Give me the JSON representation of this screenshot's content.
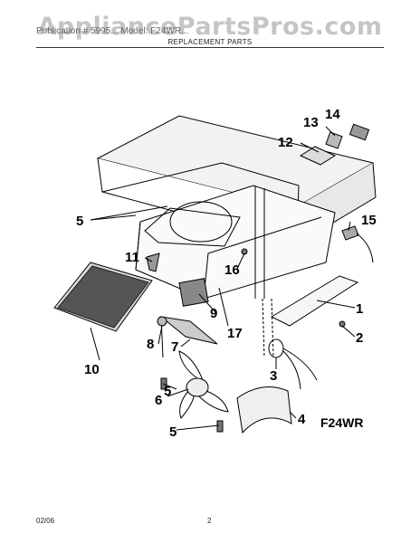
{
  "watermark": "AppliancePartsPros.com",
  "header": {
    "model_info": "Publication # 5995... Model: F24WR...",
    "title": "REPLACEMENT PARTS"
  },
  "diagram": {
    "model_code": "F24WR",
    "callouts": [
      "1",
      "2",
      "3",
      "4",
      "5",
      "5",
      "5",
      "6",
      "7",
      "8",
      "9",
      "10",
      "11",
      "12",
      "13",
      "14",
      "15",
      "16",
      "17"
    ]
  },
  "footer": {
    "date": "02/06",
    "page": "2"
  }
}
